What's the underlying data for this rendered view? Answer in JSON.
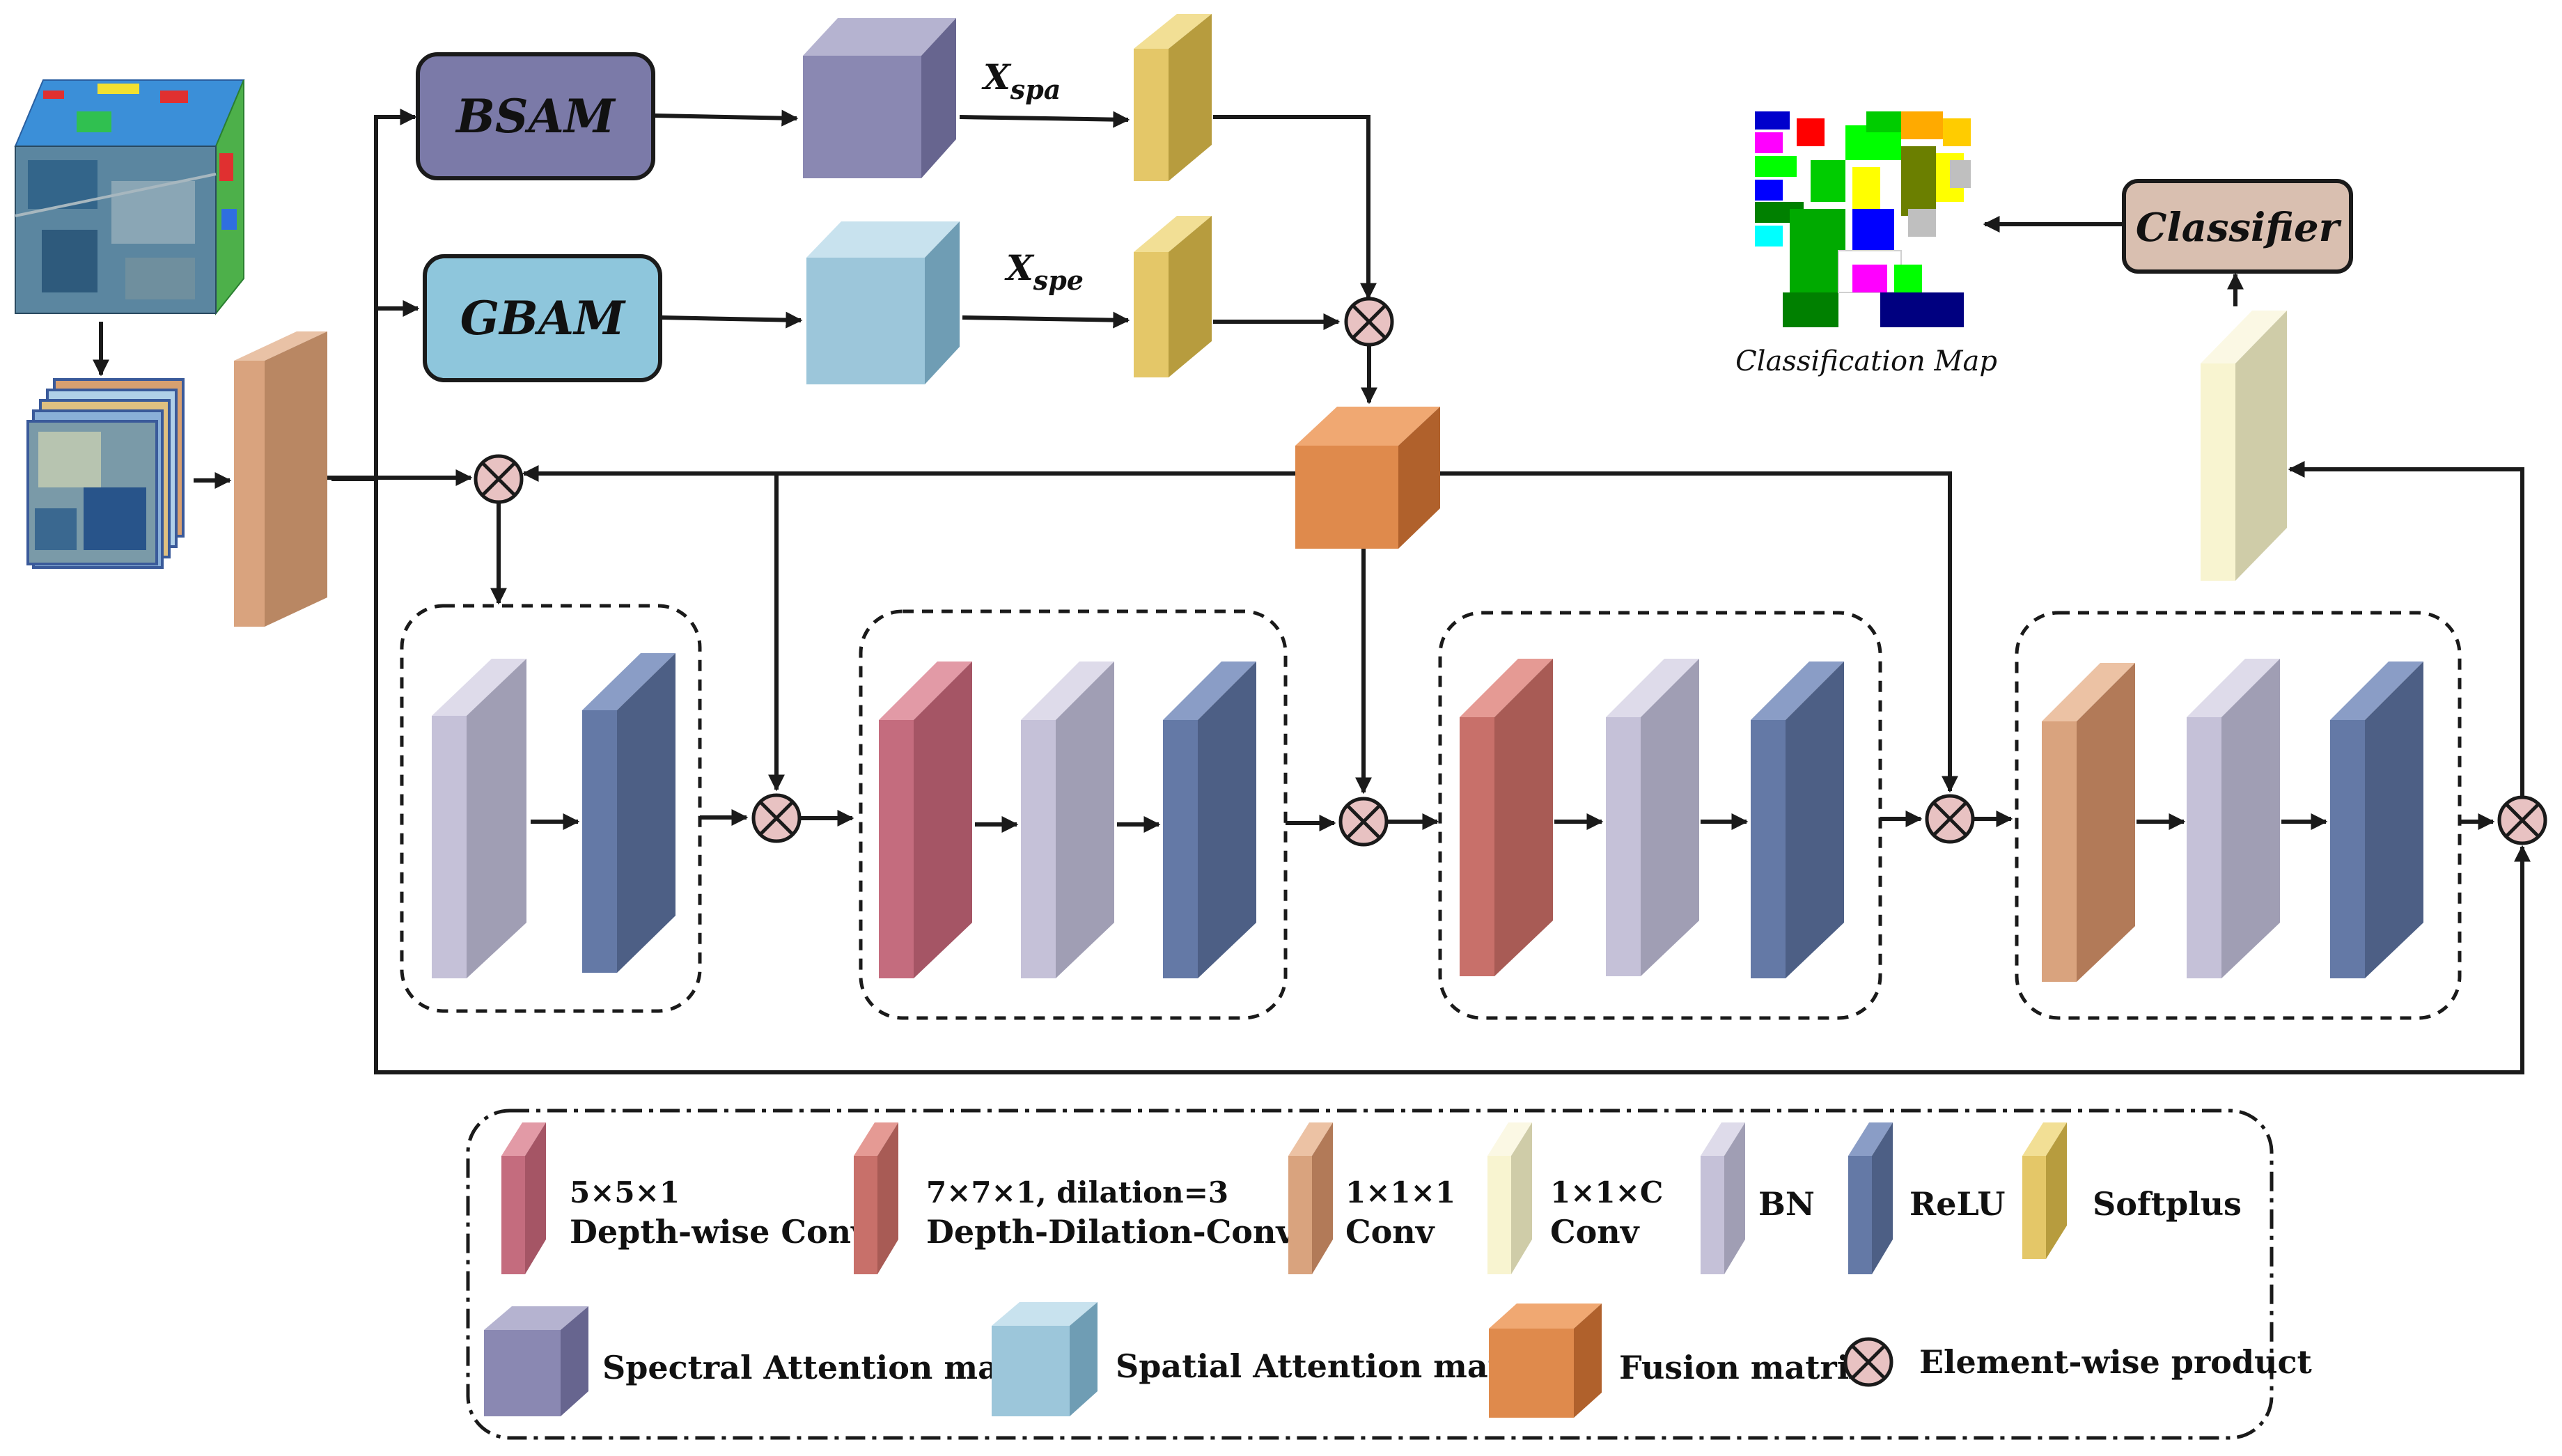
{
  "modules": {
    "bsam": "BSAM",
    "gbam": "GBAM",
    "classifier": "Classifier"
  },
  "labels": {
    "x_spa_main": "X",
    "x_spa_sub": "spa",
    "x_spe_main": "X",
    "x_spe_sub": "spe",
    "classification_map": "Classification Map"
  },
  "legend": {
    "dwconv_line1": "5×5×1",
    "dwconv_line2": "Depth-wise Conv",
    "ddconv_line1": "7×7×1, dilation=3",
    "ddconv_line2": "Depth-Dilation-Conv",
    "conv1_line1": "1×1×1",
    "conv1_line2": "Conv",
    "convc_line1": "1×1×C",
    "convc_line2": "Conv",
    "bn": "BN",
    "relu": "ReLU",
    "softplus": "Softplus",
    "spectral": "Spectral Attention matrix",
    "spatial": "Spatial Attention matrix",
    "fusion": "Fusion matrix",
    "product": "Element-wise product"
  },
  "colors": {
    "bsam_fill": "#7b7aa8",
    "gbam_fill": "#8ec6dc",
    "classifier_fill": "#d9bfb0",
    "depthwise_conv": "#c46c7e",
    "dilation_conv": "#c8706a",
    "conv_1x1": "#d9a37e",
    "conv_1x1c": "#f8f4d0",
    "bn": "#c5c1d8",
    "relu": "#6479a6",
    "softplus": "#e4c768",
    "spectral_matrix": "#8a88b2",
    "spatial_matrix": "#9cc6da",
    "fusion_matrix": "#df8a4c",
    "product_circle": "#e8c2c2"
  }
}
